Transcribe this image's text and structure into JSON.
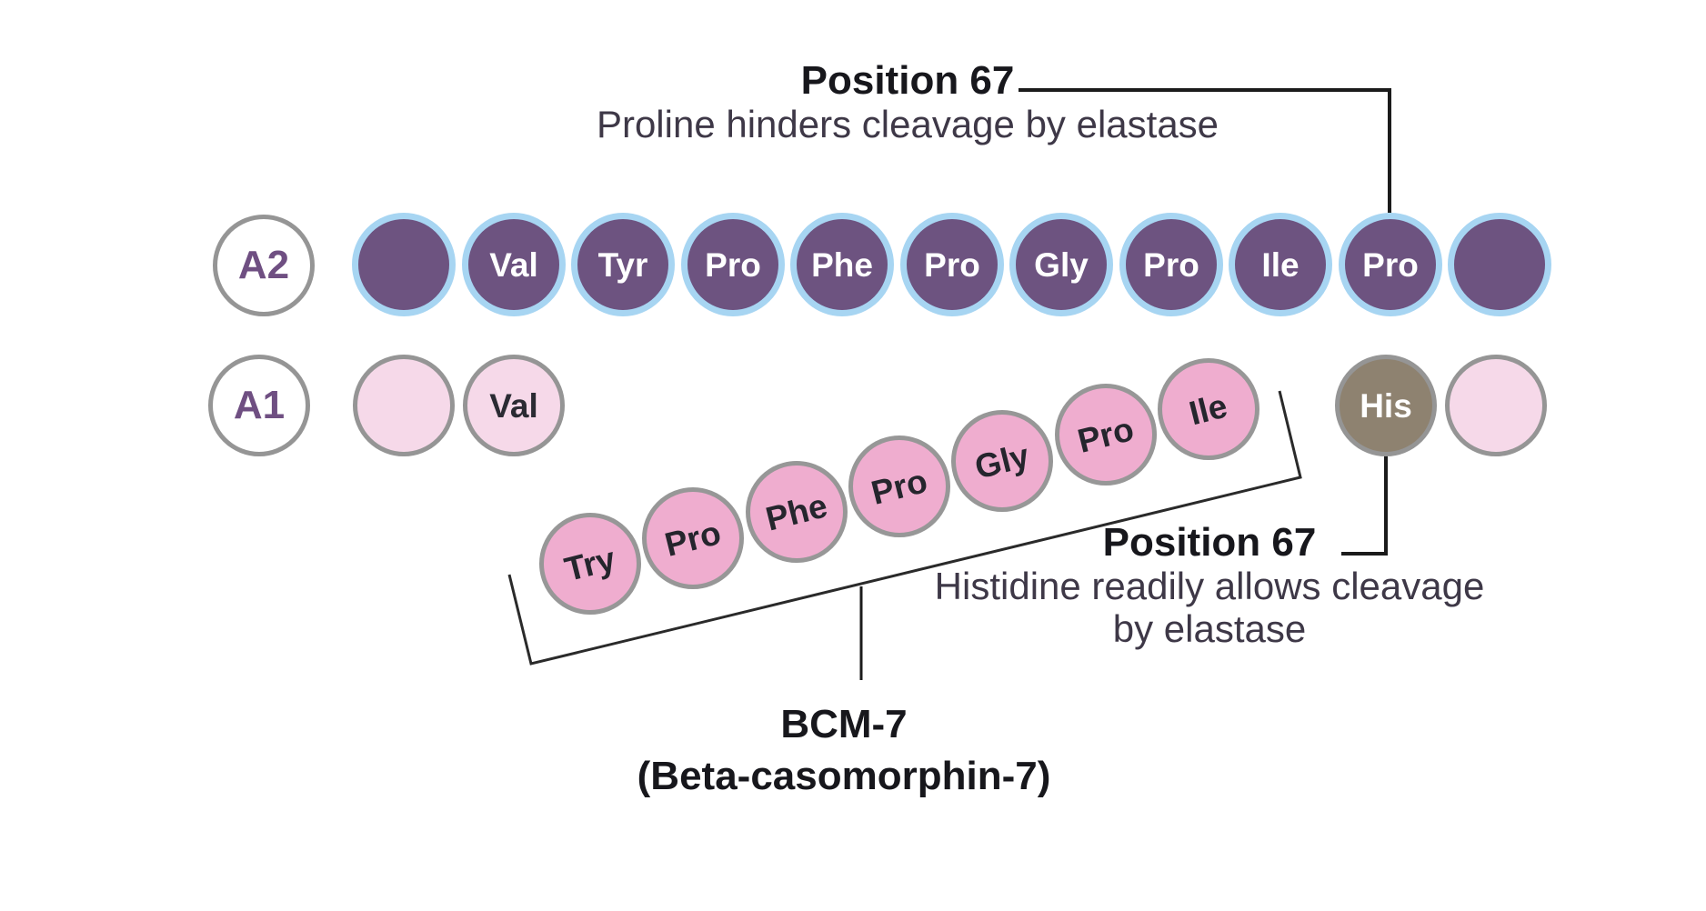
{
  "annotations": {
    "top": {
      "title": "Position 67",
      "subtitle": "Proline hinders cleavage by elastase"
    },
    "his": {
      "title": "Position 67",
      "line1": "Histidine readily allows cleavage",
      "line2": "by elastase"
    },
    "bcm7": {
      "title": "BCM-7",
      "subtitle": "(Beta-casomorphin-7)"
    }
  },
  "rows": {
    "a2": {
      "label": "A2",
      "residues": [
        "",
        "Val",
        "Tyr",
        "Pro",
        "Phe",
        "Pro",
        "Gly",
        "Pro",
        "Ile",
        "Pro",
        ""
      ]
    },
    "a1": {
      "label": "A1",
      "left": [
        "",
        "Val"
      ],
      "right": [
        "His",
        ""
      ]
    },
    "bcm7": {
      "residues": [
        "Try",
        "Pro",
        "Phe",
        "Pro",
        "Gly",
        "Pro",
        "Ile"
      ]
    }
  },
  "colors": {
    "a2_fill": "#6d5380",
    "a2_ring": "#a7d5f2",
    "a1_fill": "#f6d9e9",
    "bcm7_fill": "#efadcf",
    "his_fill": "#8e8270",
    "ring_gray": "#959595",
    "label_text_purple": "#6f4f82",
    "annotation_bold_text": "#17171c",
    "annotation_regular_text": "#3e3847",
    "connector_line": "#1b1b1b"
  }
}
